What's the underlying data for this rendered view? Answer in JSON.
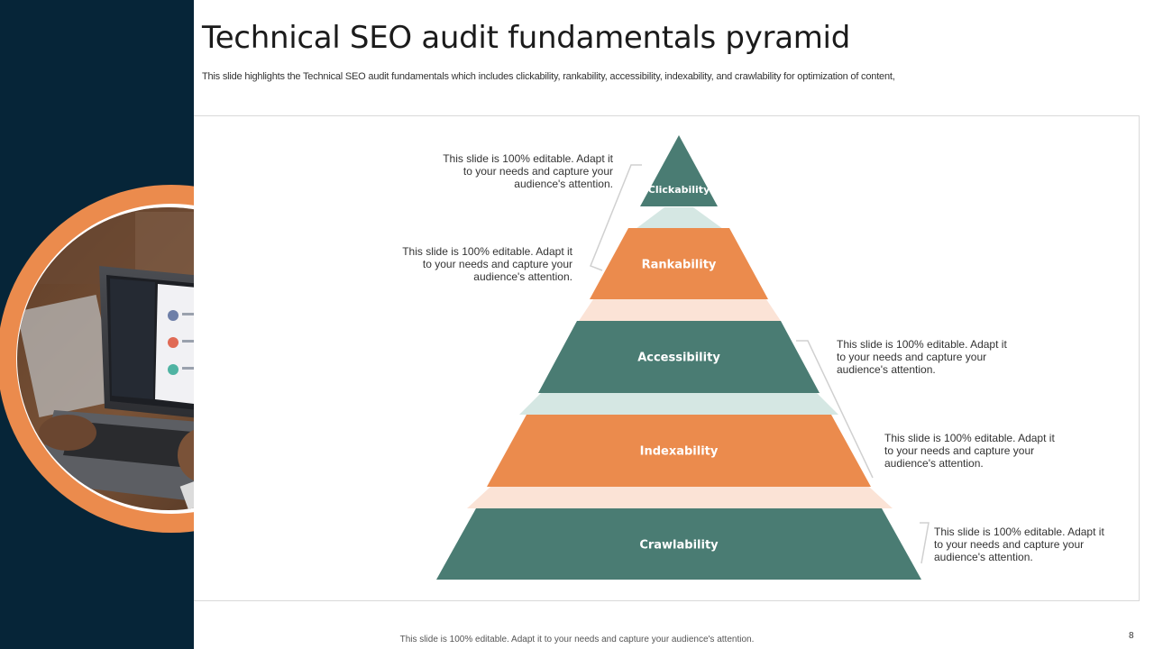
{
  "slide": {
    "title": "Technical SEO audit fundamentals pyramid",
    "subtitle": "This slide highlights the Technical SEO audit fundamentals which includes clickability, rankability, accessibility, indexability, and crawlability for optimization of content,",
    "footer": "This slide is 100% editable.  Adapt it to your needs and capture your audience's attention.",
    "page_number": "8"
  },
  "colors": {
    "sidebar": "#062538",
    "teal": "#4a7c73",
    "orange": "#eb8b4d",
    "teal_light": "#d5e7e3",
    "orange_light": "#fbe3d6",
    "ring": "#eb8b4d",
    "connector": "#d0d0d0"
  },
  "pyramid": {
    "levels": [
      {
        "label": "Clickability",
        "color": "teal"
      },
      {
        "label": "Rankability",
        "color": "orange"
      },
      {
        "label": "Accessibility",
        "color": "teal"
      },
      {
        "label": "Indexability",
        "color": "orange"
      },
      {
        "label": "Crawlability",
        "color": "teal"
      }
    ]
  },
  "notes": [
    {
      "text": "This slide is 100% editable. Adapt it to your needs and capture your audience's attention."
    },
    {
      "text": "This slide is 100% editable. Adapt it to your needs and capture your audience's attention."
    },
    {
      "text": "This slide is 100% editable. Adapt it to your needs and capture your audience's attention."
    },
    {
      "text": "This slide is 100% editable. Adapt it to your needs and capture your audience's attention."
    },
    {
      "text": "This slide is 100% editable. Adapt it to your needs and capture your audience's attention."
    }
  ]
}
